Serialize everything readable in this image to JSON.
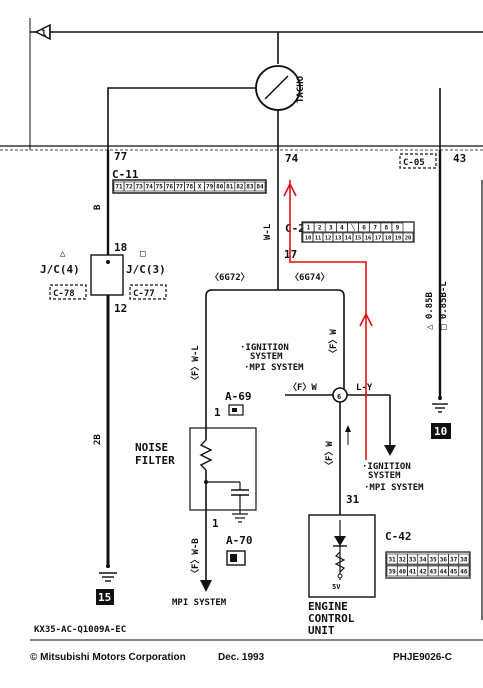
{
  "header": {
    "arrow_label": "1",
    "meter_label": "TACHO"
  },
  "junctions": {
    "top_left": "77",
    "top_center": "74",
    "top_right": "43",
    "jc_pin_top": "18",
    "jc_pin_bottom": "12",
    "wire_17": "17",
    "joint_6": "6",
    "pin_1_upper": "1",
    "pin_1_lower": "1",
    "pin_31": "31"
  },
  "connectors": {
    "c11": "C-11",
    "c11_pins": [
      "71",
      "72",
      "73",
      "74",
      "75",
      "76",
      "77",
      "78",
      "X",
      "79",
      "80",
      "81",
      "82",
      "83",
      "84"
    ],
    "c05": "C-05",
    "c24": "C-24",
    "c24_pins_top": [
      "1",
      "2",
      "3",
      "4",
      "╲",
      "6",
      "7",
      "8",
      "9"
    ],
    "c24_pins_bottom": [
      "10",
      "11",
      "12",
      "13",
      "14",
      "15",
      "16",
      "17",
      "18",
      "19",
      "20"
    ],
    "c78": "C-78",
    "c77": "C-77",
    "a69": "A-69",
    "a70": "A-70",
    "c42": "C-42",
    "c42_pins_top": [
      "31",
      "32",
      "33",
      "34",
      "35",
      "36",
      "37",
      "38"
    ],
    "c42_pins_bottom": [
      "39",
      "40",
      "41",
      "42",
      "43",
      "44",
      "45",
      "46"
    ]
  },
  "jc": {
    "left": "J/C(4)",
    "right": "J/C(3)",
    "left_symbol": "△",
    "right_symbol": "□"
  },
  "wires": {
    "b": "B",
    "wl": "W-L",
    "two_b": "2B",
    "fwl": "〈F〉W-L",
    "fw_upper": "〈F〉W",
    "fw_lower": "〈F〉W",
    "fw_mid": "〈F〉W",
    "ly": "L-Y",
    "fwb": "〈F〉W-B",
    "v085b": "△ 0.85B",
    "v085bl": "□ 0.85B-L"
  },
  "variants": {
    "g72": "〈6G72〉",
    "g74": "〈6G74〉"
  },
  "notes": {
    "ign_upper_1": "·IGNITION",
    "ign_upper_2": "SYSTEM",
    "mpi_upper": "·MPI SYSTEM",
    "ign_lower_1": "·IGNITION",
    "ign_lower_2": "SYSTEM",
    "mpi_lower": "·MPI SYSTEM",
    "mpi_bottom": "MPI SYSTEM"
  },
  "components": {
    "noise_filter_1": "NOISE",
    "noise_filter_2": "FILTER",
    "ecu_1": "ENGINE",
    "ecu_2": "CONTROL",
    "ecu_3": "UNIT",
    "ecu_5v": "5V"
  },
  "grounds": {
    "g15": "15",
    "g10": "10"
  },
  "footer": {
    "code": "KX35-AC-Q1009A-EC",
    "copyright": "© Mitsubishi Motors Corporation",
    "date": "Dec. 1993",
    "doc_id": "PHJE9026-C"
  },
  "colors": {
    "line": "#111111",
    "annotation": "#e01010",
    "background": "#ffffff"
  }
}
